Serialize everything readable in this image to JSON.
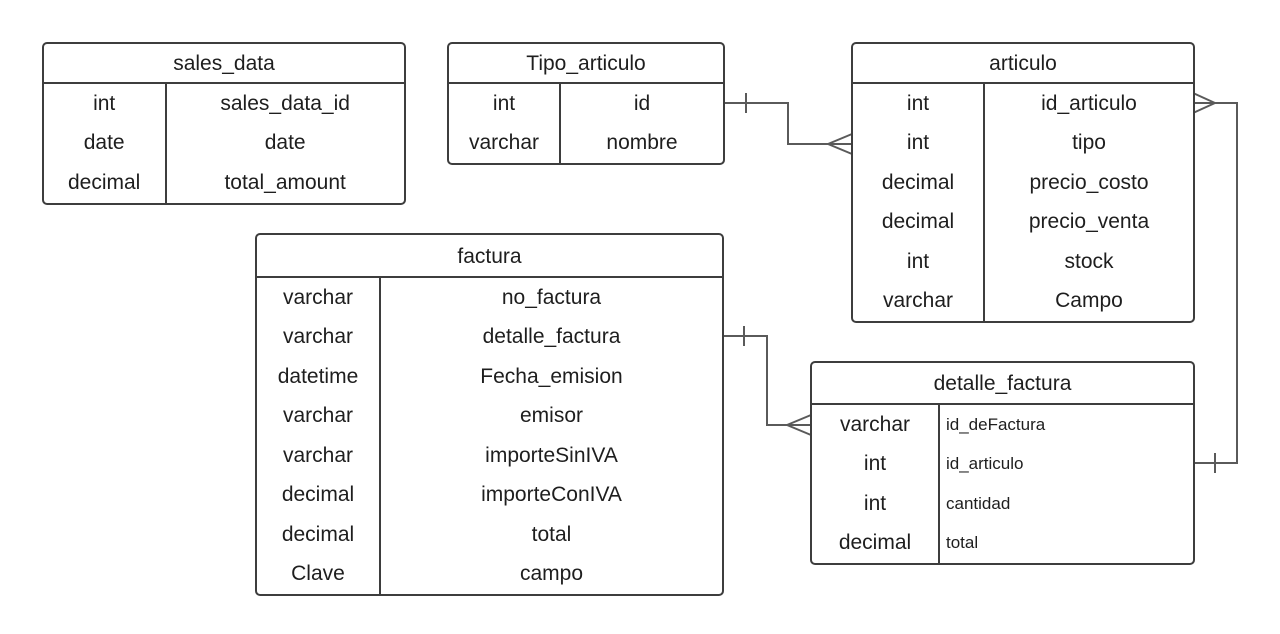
{
  "entities": {
    "sales_data": {
      "title": "sales_data",
      "rows": [
        {
          "type": "int",
          "name": "sales_data_id"
        },
        {
          "type": "date",
          "name": "date"
        },
        {
          "type": "decimal",
          "name": "total_amount"
        }
      ]
    },
    "tipo_articulo": {
      "title": "Tipo_articulo",
      "rows": [
        {
          "type": "int",
          "name": "id"
        },
        {
          "type": "varchar",
          "name": "nombre"
        }
      ]
    },
    "articulo": {
      "title": "articulo",
      "rows": [
        {
          "type": "int",
          "name": "id_articulo"
        },
        {
          "type": "int",
          "name": "tipo"
        },
        {
          "type": "decimal",
          "name": "precio_costo"
        },
        {
          "type": "decimal",
          "name": "precio_venta"
        },
        {
          "type": "int",
          "name": "stock"
        },
        {
          "type": "varchar",
          "name": "Campo"
        }
      ]
    },
    "factura": {
      "title": "factura",
      "rows": [
        {
          "type": "varchar",
          "name": "no_factura"
        },
        {
          "type": "varchar",
          "name": "detalle_factura"
        },
        {
          "type": "datetime",
          "name": "Fecha_emision"
        },
        {
          "type": "varchar",
          "name": "emisor"
        },
        {
          "type": "varchar",
          "name": "importeSinIVA"
        },
        {
          "type": "decimal",
          "name": "importeConIVA"
        },
        {
          "type": "decimal",
          "name": "total"
        },
        {
          "type": "Clave",
          "name": "campo"
        }
      ]
    },
    "detalle_factura": {
      "title": "detalle_factura",
      "rows": [
        {
          "type": "varchar",
          "name": "id_deFactura"
        },
        {
          "type": "int",
          "name": "id_articulo"
        },
        {
          "type": "int",
          "name": "cantidad"
        },
        {
          "type": "decimal",
          "name": "total"
        }
      ]
    }
  },
  "relationships": [
    {
      "from": "Tipo_articulo",
      "to": "articulo",
      "from_cardinality": "one",
      "to_cardinality": "many"
    },
    {
      "from": "articulo",
      "to": "detalle_factura",
      "from_cardinality": "many",
      "to_cardinality": "one"
    },
    {
      "from": "factura",
      "to": "detalle_factura",
      "from_cardinality": "one",
      "to_cardinality": "many"
    }
  ]
}
